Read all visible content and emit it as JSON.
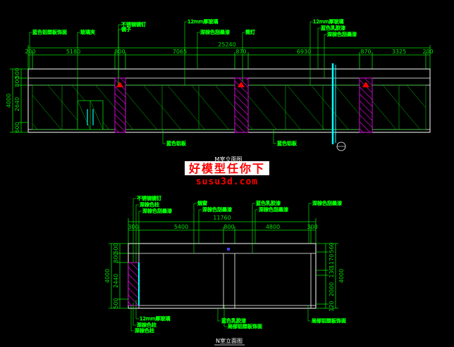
{
  "colors": {
    "background": "#000000",
    "outline": "#ffffff",
    "dimension": "#00e000",
    "glass_hatch": "#00ff00",
    "column_hatch": "#ff00ff",
    "leader": "#00ff00",
    "highlight_cyan": "#00ffff",
    "lamp_red": "#ff0000",
    "watermark": "#ff0000"
  },
  "drawing1": {
    "title": "M室立面图",
    "top_dims": [
      "200",
      "5180",
      "800",
      "7065",
      "870",
      "6930",
      "870",
      "3325",
      "200"
    ],
    "overall_dim": "25240",
    "left_dims_outer": "4000",
    "left_dims_inner": [
      "500",
      "800",
      "2640",
      "600"
    ],
    "callouts_top": [
      "蓝色铝塑板饰面",
      "玻璃夹",
      "不锈钢镜钉",
      "镜子",
      "12mm厚玻璃",
      "深棕色刮墨漆",
      "筒灯",
      "12mm厚玻璃",
      "蓝色乳胶漆",
      "深棕色刮墨漆"
    ],
    "callouts_bottom": [
      "蓝色铝板",
      "蓝色铝板"
    ]
  },
  "watermark": {
    "line1": "好模型任你下",
    "line2": "susu3d.com"
  },
  "drawing2": {
    "title": "N室立面图",
    "top_dims": [
      "300",
      "5400",
      "800",
      "4800",
      "300"
    ],
    "overall_dim": "11760",
    "left_dims_outer": "4000",
    "left_dims_inner": [
      "500",
      "800",
      "2440",
      "500"
    ],
    "right_dims_inner": [
      "560",
      "1170",
      "130",
      "2000",
      "120"
    ],
    "right_dims_outer": "4000",
    "callouts_top": [
      "不锈钢镜钉",
      "深棕色柱",
      "深棕色刮墨漆",
      "烟窗",
      "深棕色刮墨漆",
      "蓝色乳胶漆",
      "深棕色刮墨漆",
      "深棕色刮墨漆"
    ],
    "callouts_bottom": [
      "12mm厚玻璃",
      "深棕色柱",
      "深棕色柱",
      "蓝色乳胶漆",
      "局部铝塑板饰面",
      "局部铝塑板饰面"
    ]
  }
}
